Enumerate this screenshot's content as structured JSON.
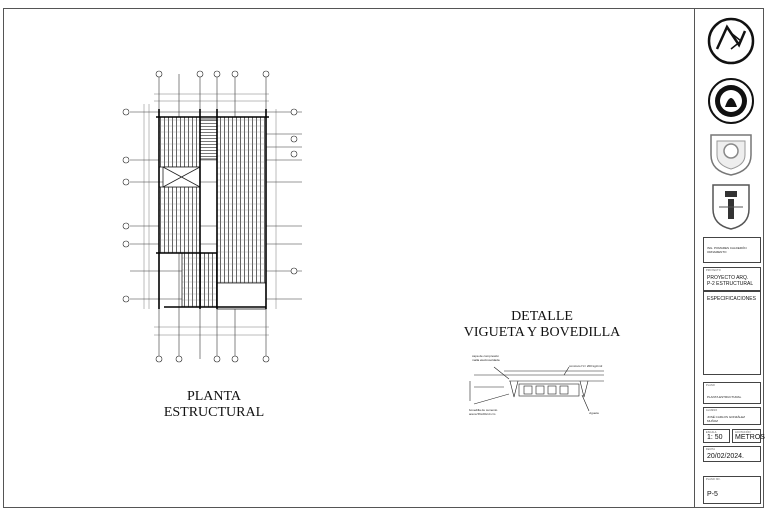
{
  "drawing": {
    "plan_title_line1": "PLANTA",
    "plan_title_line2": "ESTRUCTURAL",
    "detail_title_line1": "DETALLE",
    "detail_title_line2": "VIGUETA Y BOVEDILLA",
    "detail_note_top_left": "capa de compresión",
    "detail_note_top_left2": "malla electrosoldada",
    "detail_note_top_right": "concreto f'c= 200 kg/cm2",
    "detail_note_bottom_left": "bovedilla de cemento",
    "detail_note_bottom_left2": "arena 56x20x14 cm",
    "detail_note_bottom_right": "vigueta"
  },
  "cartouche": {
    "school_text": "ING. POMARES CALDERÓN ORNAMENTO",
    "project_caption": "PROYECTO",
    "project_value_line1": "PROYECTO ARQ.",
    "project_value_line2": "P-2 ESTRUCTURAL",
    "specs_label": "ESPECIFICACIONES",
    "plan_caption": "PLANO",
    "plan_value": "PLANTA ESTRUCTURAL",
    "author_caption": "ALUMNO",
    "author_value": "JOSÉ CARLOS GONZÁLEZ MUÑOZ",
    "scale_caption": "ESCALA",
    "scale_value": "1: 50",
    "units_caption": "ACOTACIÓN",
    "units_value": "METROS",
    "date_caption": "FECHA",
    "date_value": "20/02/2024.",
    "sheet_caption": "PLANO NO.",
    "sheet_value": "P-5"
  }
}
